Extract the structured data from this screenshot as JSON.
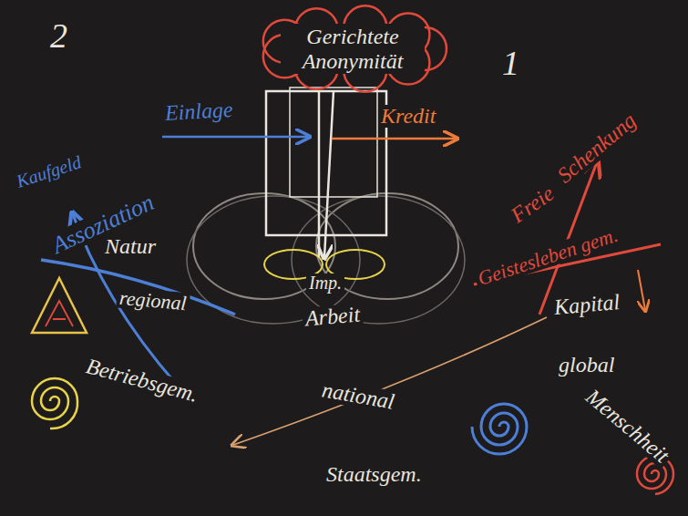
{
  "diagram": {
    "nodes": [
      {
        "text": [
          "Gerichtete Anonymität"
        ]
      }
    ],
    "labels": [
      "2",
      "1",
      "Einlage",
      "Kredit",
      "Kaufgeld",
      "Assoziation",
      "Natur",
      "regional",
      "Betriebsgem.",
      "Freie",
      "Schenkung",
      "Geistesleben gem.",
      "Kapital",
      "global",
      "Menschheit",
      "Imp.",
      "Arbeit",
      "national",
      "Staatsgem."
    ]
  }
}
